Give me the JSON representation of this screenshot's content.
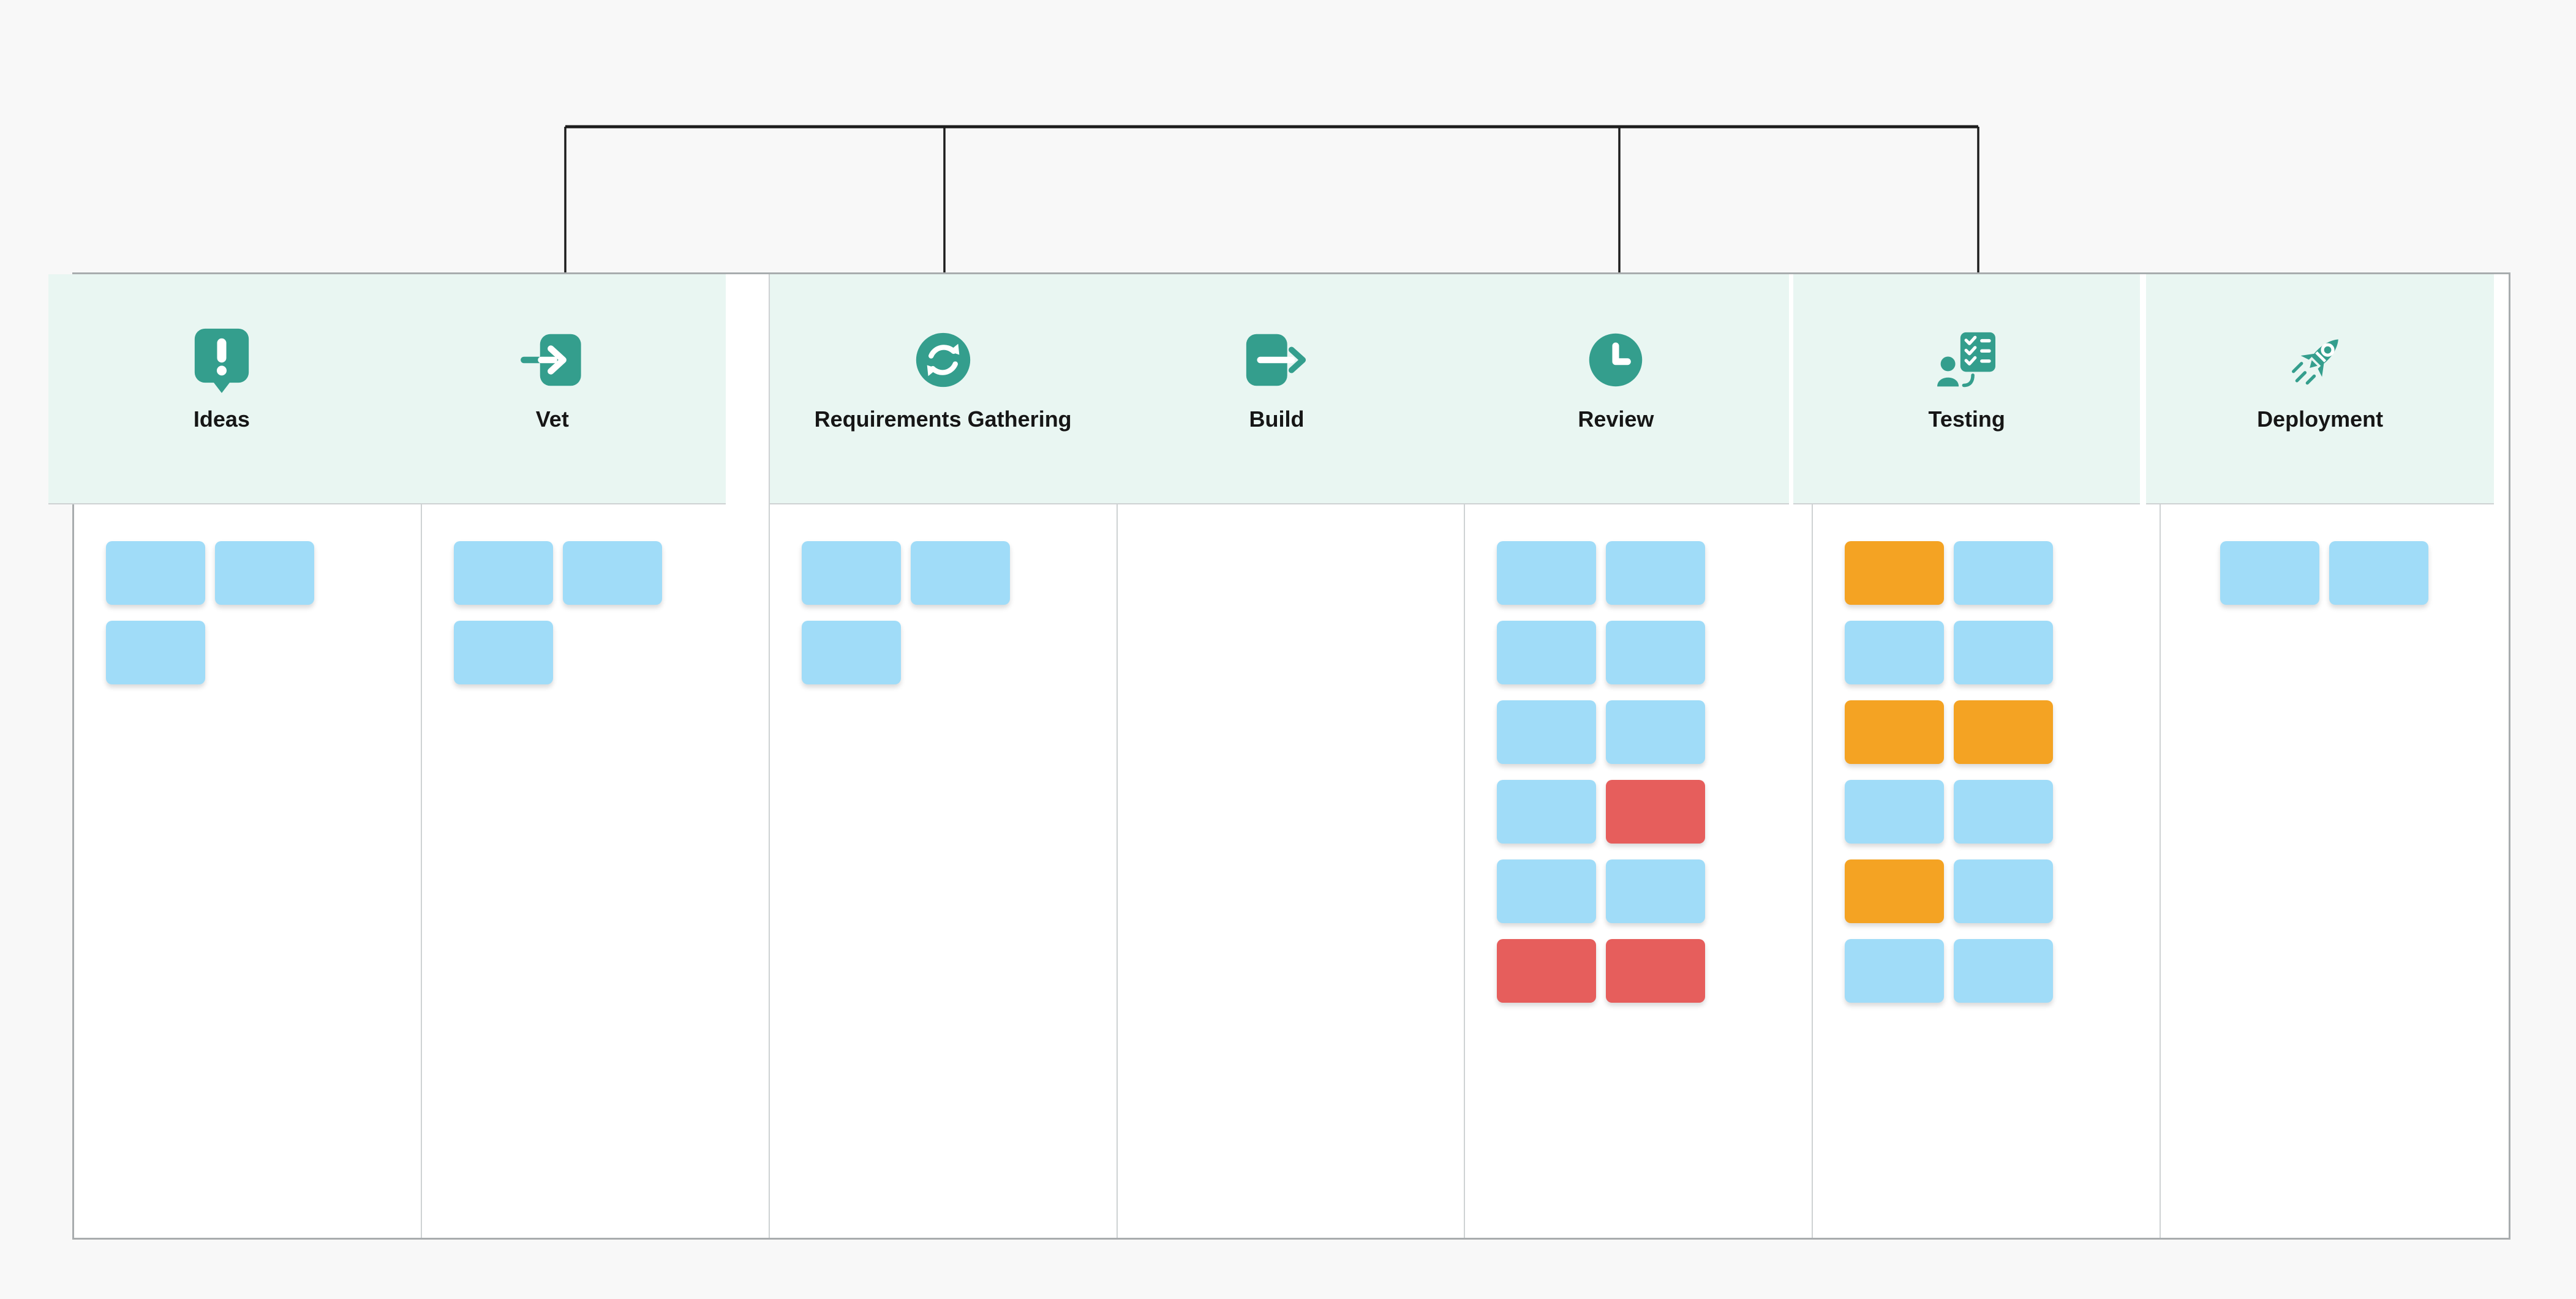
{
  "palette": {
    "teal": "#349e8d",
    "header_bg": "#e9f6f2",
    "card_blue": "#a0dcf8",
    "card_orange": "#f4a323",
    "card_red": "#e65e5c",
    "arrow_line": "#1d1d1d",
    "page_bg": "#f8f8f8",
    "board_bg": "#ffffff",
    "border_outer": "#a8acae",
    "border_divider": "#ced2d3",
    "label_color": "#161616"
  },
  "board": {
    "columns": [
      {
        "key": "ideas",
        "label": "Ideas",
        "icon": "alert-bubble-icon",
        "cards": [
          [
            "blue",
            "blue"
          ],
          [
            "blue"
          ]
        ]
      },
      {
        "key": "vet",
        "label": "Vet",
        "icon": "sign-in-icon",
        "cards": [
          [
            "blue",
            "blue"
          ],
          [
            "blue"
          ]
        ]
      },
      {
        "key": "requirements-gathering",
        "label": "Requirements Gathering",
        "icon": "sync-icon",
        "cards": [
          [
            "blue",
            "blue"
          ],
          [
            "blue"
          ]
        ]
      },
      {
        "key": "build",
        "label": "Build",
        "icon": "sign-out-icon",
        "cards": []
      },
      {
        "key": "review",
        "label": "Review",
        "icon": "clock-icon",
        "cards": [
          [
            "blue",
            "blue"
          ],
          [
            "blue",
            "blue"
          ],
          [
            "blue",
            "blue"
          ],
          [
            "blue",
            "red"
          ],
          [
            "blue",
            "blue"
          ],
          [
            "red",
            "red"
          ]
        ]
      },
      {
        "key": "testing",
        "label": "Testing",
        "icon": "person-checklist-icon",
        "cards": [
          [
            "orange",
            "blue"
          ],
          [
            "blue",
            "blue"
          ],
          [
            "orange",
            "orange"
          ],
          [
            "blue",
            "blue"
          ],
          [
            "orange",
            "blue"
          ],
          [
            "blue",
            "blue"
          ]
        ]
      },
      {
        "key": "deployment",
        "label": "Deployment",
        "icon": "rocket-icon",
        "cards": [
          [
            "blue",
            "blue"
          ]
        ],
        "cards_centered": true
      }
    ]
  },
  "connector": {
    "targets": [
      {
        "column": "vet",
        "arrowhead": true
      },
      {
        "column": "requirements-gathering",
        "arrowhead": true
      },
      {
        "column": "review",
        "arrowhead": false
      },
      {
        "column": "testing",
        "arrowhead": false
      }
    ]
  }
}
